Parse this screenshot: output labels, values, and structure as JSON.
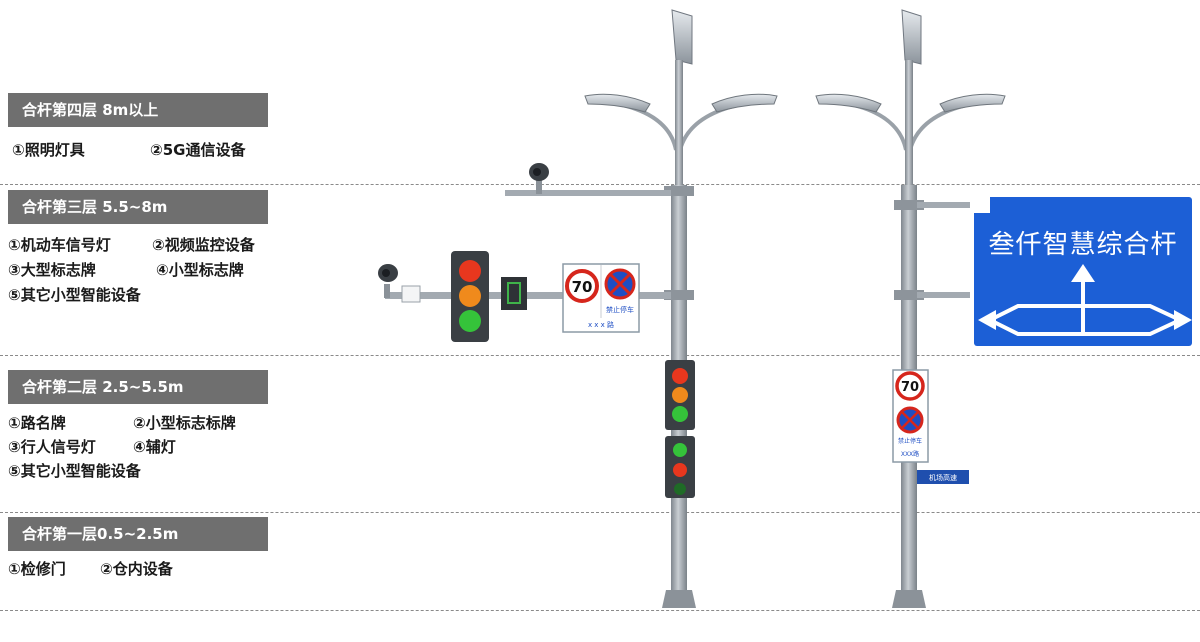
{
  "layers": [
    {
      "title": "合杆第四层 8m以上",
      "items": [
        "①照明灯具",
        "②5G通信设备"
      ]
    },
    {
      "title": "合杆第三层 5.5~8m",
      "items": [
        "①机动车信号灯",
        "②视频监控设备",
        "③大型标志牌",
        "④小型标志牌",
        "⑤其它小型智能设备"
      ]
    },
    {
      "title": "合杆第二层 2.5~5.5m",
      "items": [
        "①路名牌",
        "②小型标志标牌",
        "③行人信号灯",
        "④辅灯",
        "⑤其它小型智能设备"
      ]
    },
    {
      "title": "合杆第一层0.5~2.5m",
      "items": [
        "①检修门",
        "②仓内设备"
      ]
    }
  ],
  "signs": {
    "guide_sign_text": "叁仟智慧综合杆",
    "speed_limit": "70",
    "no_parking_label": "禁止停车",
    "road_name_small": "x x x 路",
    "road_name_small_2": "XXX路",
    "street_sign_text": "机场高速"
  },
  "colors": {
    "layer_title_bg": "#6f6f6f",
    "guide_sign_blue": "#1c5fd6",
    "signal_red": "#e8371e",
    "signal_amber": "#f08a1c",
    "signal_green": "#35c33a",
    "pole_gray": "#9aa1a8"
  }
}
